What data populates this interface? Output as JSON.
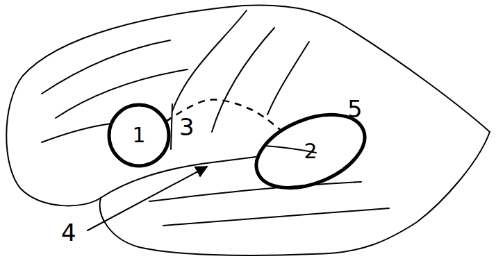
{
  "diagram": {
    "nodes": [
      {
        "text": [
          "1"
        ]
      },
      {
        "text": [
          "2"
        ]
      }
    ],
    "edges": [
      {
        "from": 0,
        "to": 1,
        "arrow": "none"
      }
    ],
    "labels": [
      "3",
      "4",
      "5"
    ]
  }
}
